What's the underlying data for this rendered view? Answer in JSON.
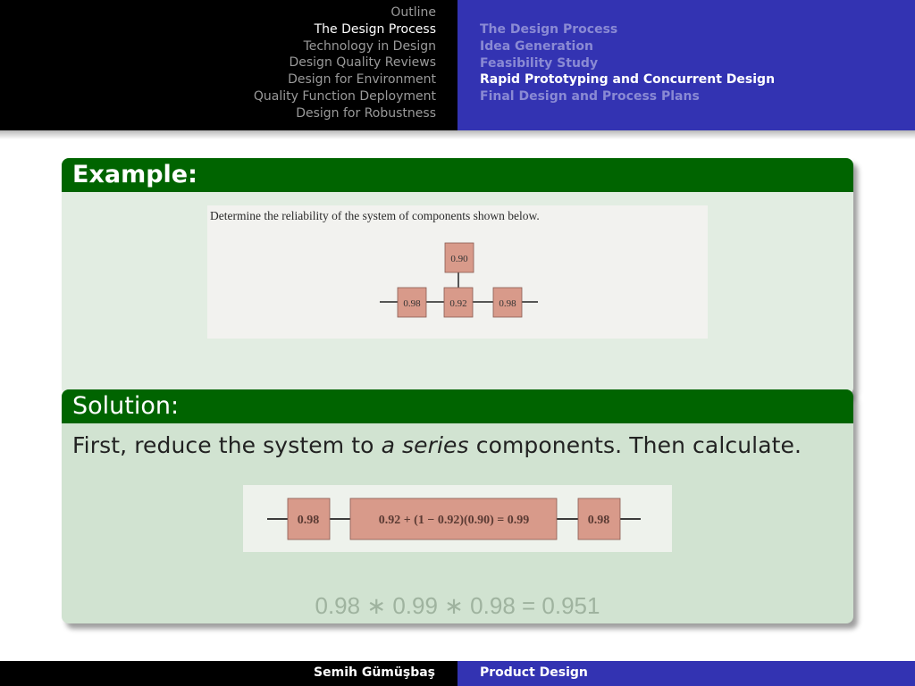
{
  "header": {
    "sections": [
      {
        "label": "Outline",
        "active": false
      },
      {
        "label": "The Design Process",
        "active": true
      },
      {
        "label": "Technology in Design",
        "active": false
      },
      {
        "label": "Design Quality Reviews",
        "active": false
      },
      {
        "label": "Design for Environment",
        "active": false
      },
      {
        "label": "Quality Function Deployment",
        "active": false
      },
      {
        "label": "Design for Robustness",
        "active": false
      }
    ],
    "subsections": [
      {
        "label": "The Design Process",
        "active": false
      },
      {
        "label": "Idea Generation",
        "active": false
      },
      {
        "label": "Feasibility Study",
        "active": false
      },
      {
        "label": "Rapid Prototyping and Concurrent Design",
        "active": true
      },
      {
        "label": "Final Design and Process Plans",
        "active": false
      }
    ]
  },
  "example": {
    "title": "Example:",
    "caption": "Determine the reliability of the system of components shown below.",
    "components": {
      "top": "0.90",
      "left": "0.98",
      "middle": "0.92",
      "right": "0.98"
    }
  },
  "solution": {
    "title": "Solution:",
    "text_before": "First, reduce the system to ",
    "text_emph": "a series",
    "text_after": " components.  Then calculate.",
    "components": {
      "left": "0.98",
      "middle": "0.92 + (1 − 0.92)(0.90) = 0.99",
      "right": "0.98"
    },
    "result": "0.98 ∗ 0.99 ∗ 0.98 = 0.951"
  },
  "footer": {
    "author": "Semih Gümüşbaş",
    "title": "Product Design"
  },
  "colors": {
    "header_left": "#000000",
    "header_right": "#3333b2",
    "block_title": "#006400",
    "block_body": "#e2ede2",
    "component_box": "#d89a8a"
  }
}
